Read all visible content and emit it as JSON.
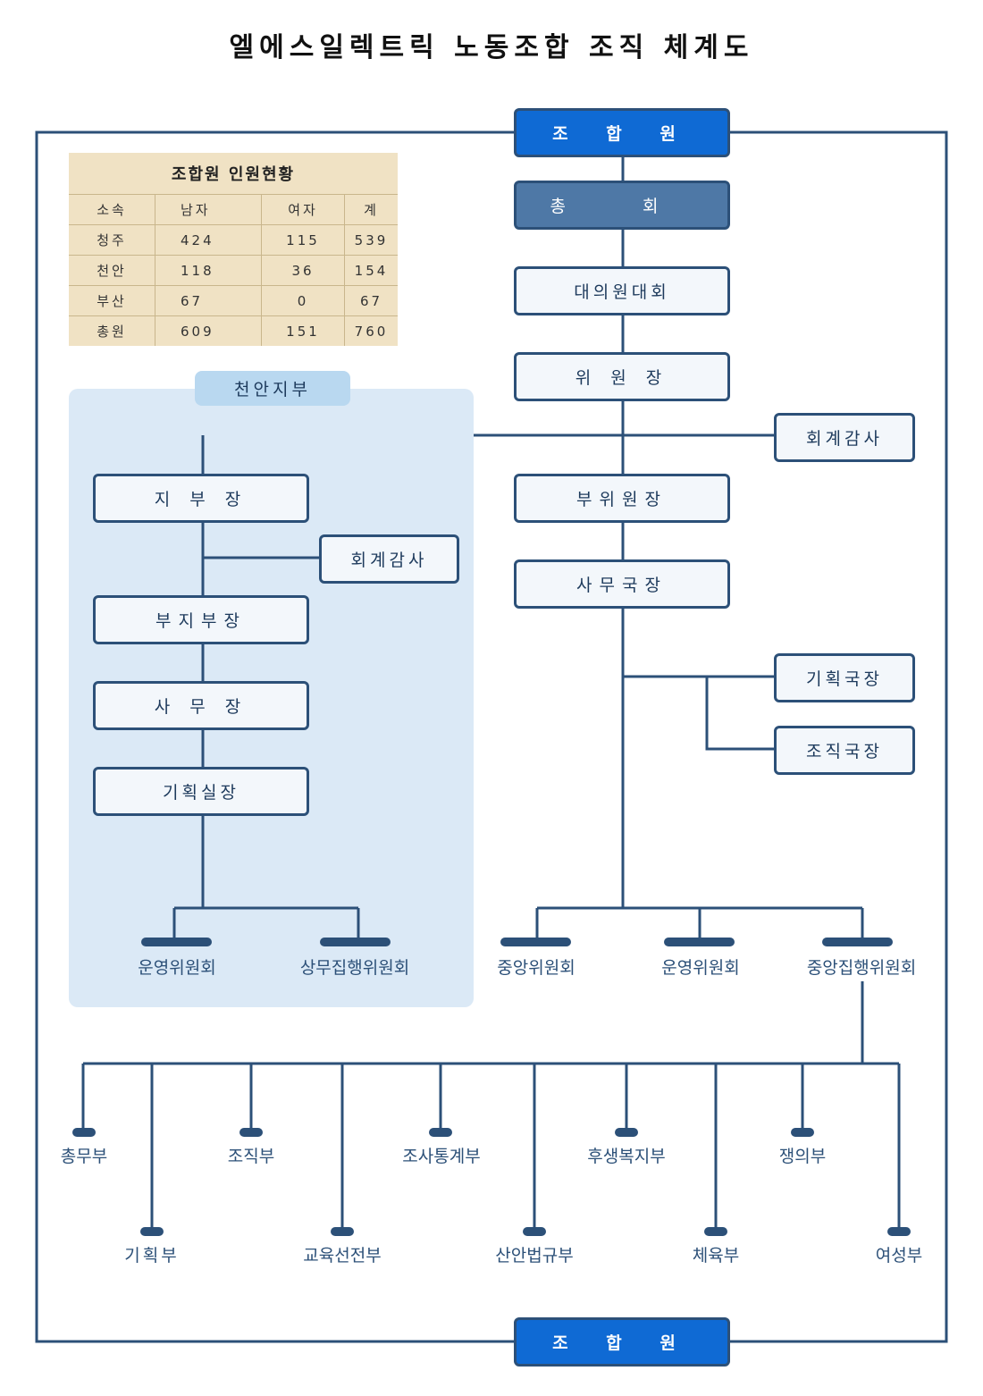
{
  "title": "엘에스일렉트릭 노동조합 조직 체계도",
  "main_chain": {
    "members_top": "조 합 원",
    "general_assembly": "총 회",
    "delegates_assembly": "대의원대회",
    "chair": "위 원 장",
    "audit": "회계감사",
    "vice_chair": "부위원장",
    "secretary_general": "사무국장",
    "planning_director": "기획국장",
    "organizing_director": "조직국장",
    "members_bottom": "조 합 원"
  },
  "committees": {
    "central": "중앙위원회",
    "steering": "운영위원회",
    "central_exec": "중앙집행위원회"
  },
  "departments": {
    "row1": [
      "총무부",
      "조직부",
      "조사통계부",
      "후생복지부",
      "쟁의부"
    ],
    "row2": [
      "기획부",
      "교육선전부",
      "산안법규부",
      "체육부",
      "여성부"
    ]
  },
  "branch": {
    "name": "천안지부",
    "head": "지 부 장",
    "audit": "회계감사",
    "deputy": "부지부장",
    "office": "사 무 장",
    "planning": "기획실장",
    "steering": "운영위원회",
    "standing_exec": "상무집행위원회"
  },
  "stats": {
    "caption": "조합원 인원현황",
    "headers": [
      "소속",
      "남자",
      "여자",
      "계"
    ],
    "rows": [
      [
        "청주",
        "424",
        "115",
        "539"
      ],
      [
        "천안",
        "118",
        "36",
        "154"
      ],
      [
        "부산",
        "67",
        "0",
        "67"
      ],
      [
        "총원",
        "609",
        "151",
        "760"
      ]
    ]
  },
  "colors": {
    "primary_blue": "#0f6ad4",
    "slate_blue": "#4e78a6",
    "line": "#2c5078",
    "branch_bg": "#dbe9f6",
    "table_bg": "#f0e2c4"
  }
}
